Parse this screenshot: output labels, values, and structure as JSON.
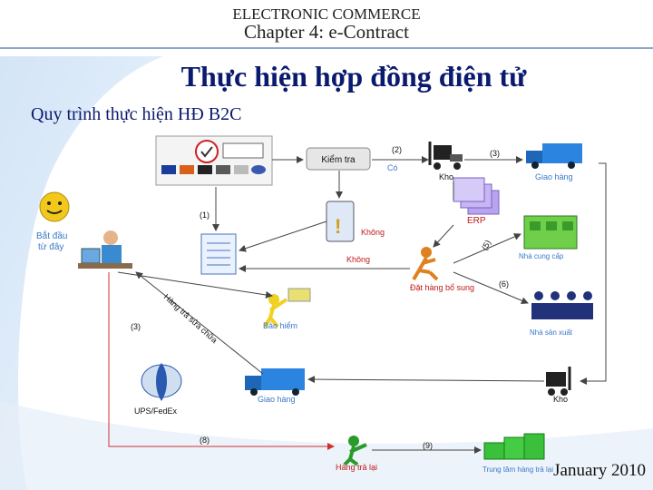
{
  "header": {
    "line1": "ELECTRONIC COMMERCE",
    "line2": "Chapter 4: e-Contract"
  },
  "title": "Thực hiện hợp đồng điện tử",
  "subtitle": "Quy trình thực hiện HĐ B2C",
  "footer": "January 2010",
  "diagram": {
    "nodes": {
      "start": "Bắt đầu",
      "start2": "từ đây",
      "check": "Kiểm tra",
      "yes": "Có",
      "warehouse_top": "Kho",
      "delivery_top": "Giao hàng",
      "erp": "ERP",
      "no1": "Không",
      "no2": "Không",
      "supplier": "Nhà cung cấp",
      "backorder": "Đặt hàng bổ sung",
      "insurance": "Bảo hiểm",
      "manufacturer": "Nhà sản xuất",
      "ups": "UPS/FedEx",
      "delivery_bottom": "Giao hàng",
      "warehouse_bottom": "Kho",
      "return": "Hàng trả lại",
      "center": "Trung tâm hàng trả lại",
      "return_diag": "Hàng trả sửa chữa"
    },
    "steps": {
      "s1": "(1)",
      "s2": "(2)",
      "s3": "(3)",
      "s3b": "(3)",
      "s5": "(5)",
      "s6": "(6)",
      "s8": "(8)",
      "s9": "(9)"
    },
    "colors": {
      "arrow": "#444444",
      "arrow_red": "#d03030",
      "text_blue": "#3a78c8",
      "text_red": "#c01818",
      "truck_blue": "#2a84e0",
      "green": "#2faa2f",
      "purple": "#9a7ae0"
    }
  }
}
